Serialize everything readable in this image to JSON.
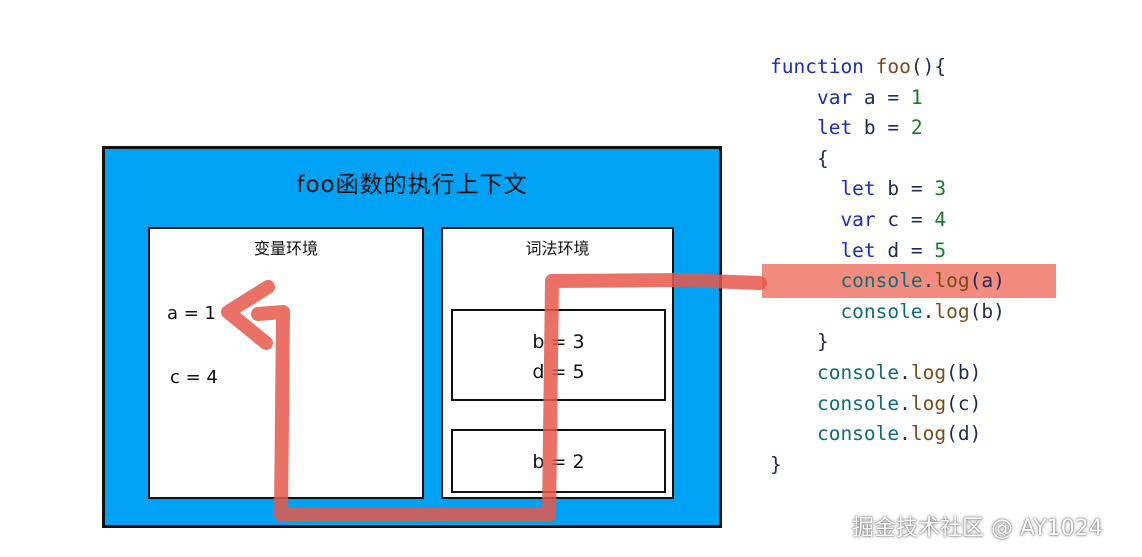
{
  "context": {
    "title": "foo函数的执行上下文",
    "variable_env": {
      "title": "变量环境",
      "vars": [
        "a = 1",
        "c = 4"
      ]
    },
    "lexical_env": {
      "title": "词法环境",
      "frames": [
        [
          "b = 3",
          "d = 5"
        ],
        [
          "b = 2"
        ]
      ]
    }
  },
  "code": {
    "lines": [
      [
        {
          "t": "function ",
          "c": "kw"
        },
        {
          "t": "foo",
          "c": "fn"
        },
        {
          "t": "(){",
          "c": ""
        }
      ],
      [
        {
          "t": "    var ",
          "c": "kw"
        },
        {
          "t": "a = ",
          "c": ""
        },
        {
          "t": "1",
          "c": "num"
        }
      ],
      [
        {
          "t": "    let ",
          "c": "kw"
        },
        {
          "t": "b = ",
          "c": ""
        },
        {
          "t": "2",
          "c": "num"
        }
      ],
      [
        {
          "t": "    {",
          "c": ""
        }
      ],
      [
        {
          "t": "      let ",
          "c": "kw"
        },
        {
          "t": "b = ",
          "c": ""
        },
        {
          "t": "3",
          "c": "num"
        }
      ],
      [
        {
          "t": "      var ",
          "c": "kw"
        },
        {
          "t": "c = ",
          "c": ""
        },
        {
          "t": "4",
          "c": "num"
        }
      ],
      [
        {
          "t": "      let ",
          "c": "kw"
        },
        {
          "t": "d = ",
          "c": ""
        },
        {
          "t": "5",
          "c": "num"
        }
      ],
      [
        {
          "t": "      console",
          "c": "obj"
        },
        {
          "t": ".",
          "c": ""
        },
        {
          "t": "log",
          "c": "fn"
        },
        {
          "t": "(a)",
          "c": ""
        }
      ],
      [
        {
          "t": "      console",
          "c": "obj"
        },
        {
          "t": ".",
          "c": ""
        },
        {
          "t": "log",
          "c": "fn"
        },
        {
          "t": "(b)",
          "c": ""
        }
      ],
      [
        {
          "t": "    }",
          "c": ""
        }
      ],
      [
        {
          "t": "    console",
          "c": "obj"
        },
        {
          "t": ".",
          "c": ""
        },
        {
          "t": "log",
          "c": "fn"
        },
        {
          "t": "(b)",
          "c": ""
        }
      ],
      [
        {
          "t": "    console",
          "c": "obj"
        },
        {
          "t": ".",
          "c": ""
        },
        {
          "t": "log",
          "c": "fn"
        },
        {
          "t": "(c)",
          "c": ""
        }
      ],
      [
        {
          "t": "    console",
          "c": "obj"
        },
        {
          "t": ".",
          "c": ""
        },
        {
          "t": "log",
          "c": "fn"
        },
        {
          "t": "(d)",
          "c": ""
        }
      ],
      [
        {
          "t": "}",
          "c": ""
        }
      ]
    ],
    "highlighted_line": 7
  },
  "colors": {
    "context_bg": "#00a2f5",
    "highlight": "#f08070",
    "lookup_path": "#e8574a"
  },
  "watermark": "掘金技术社区 @ AY1024"
}
